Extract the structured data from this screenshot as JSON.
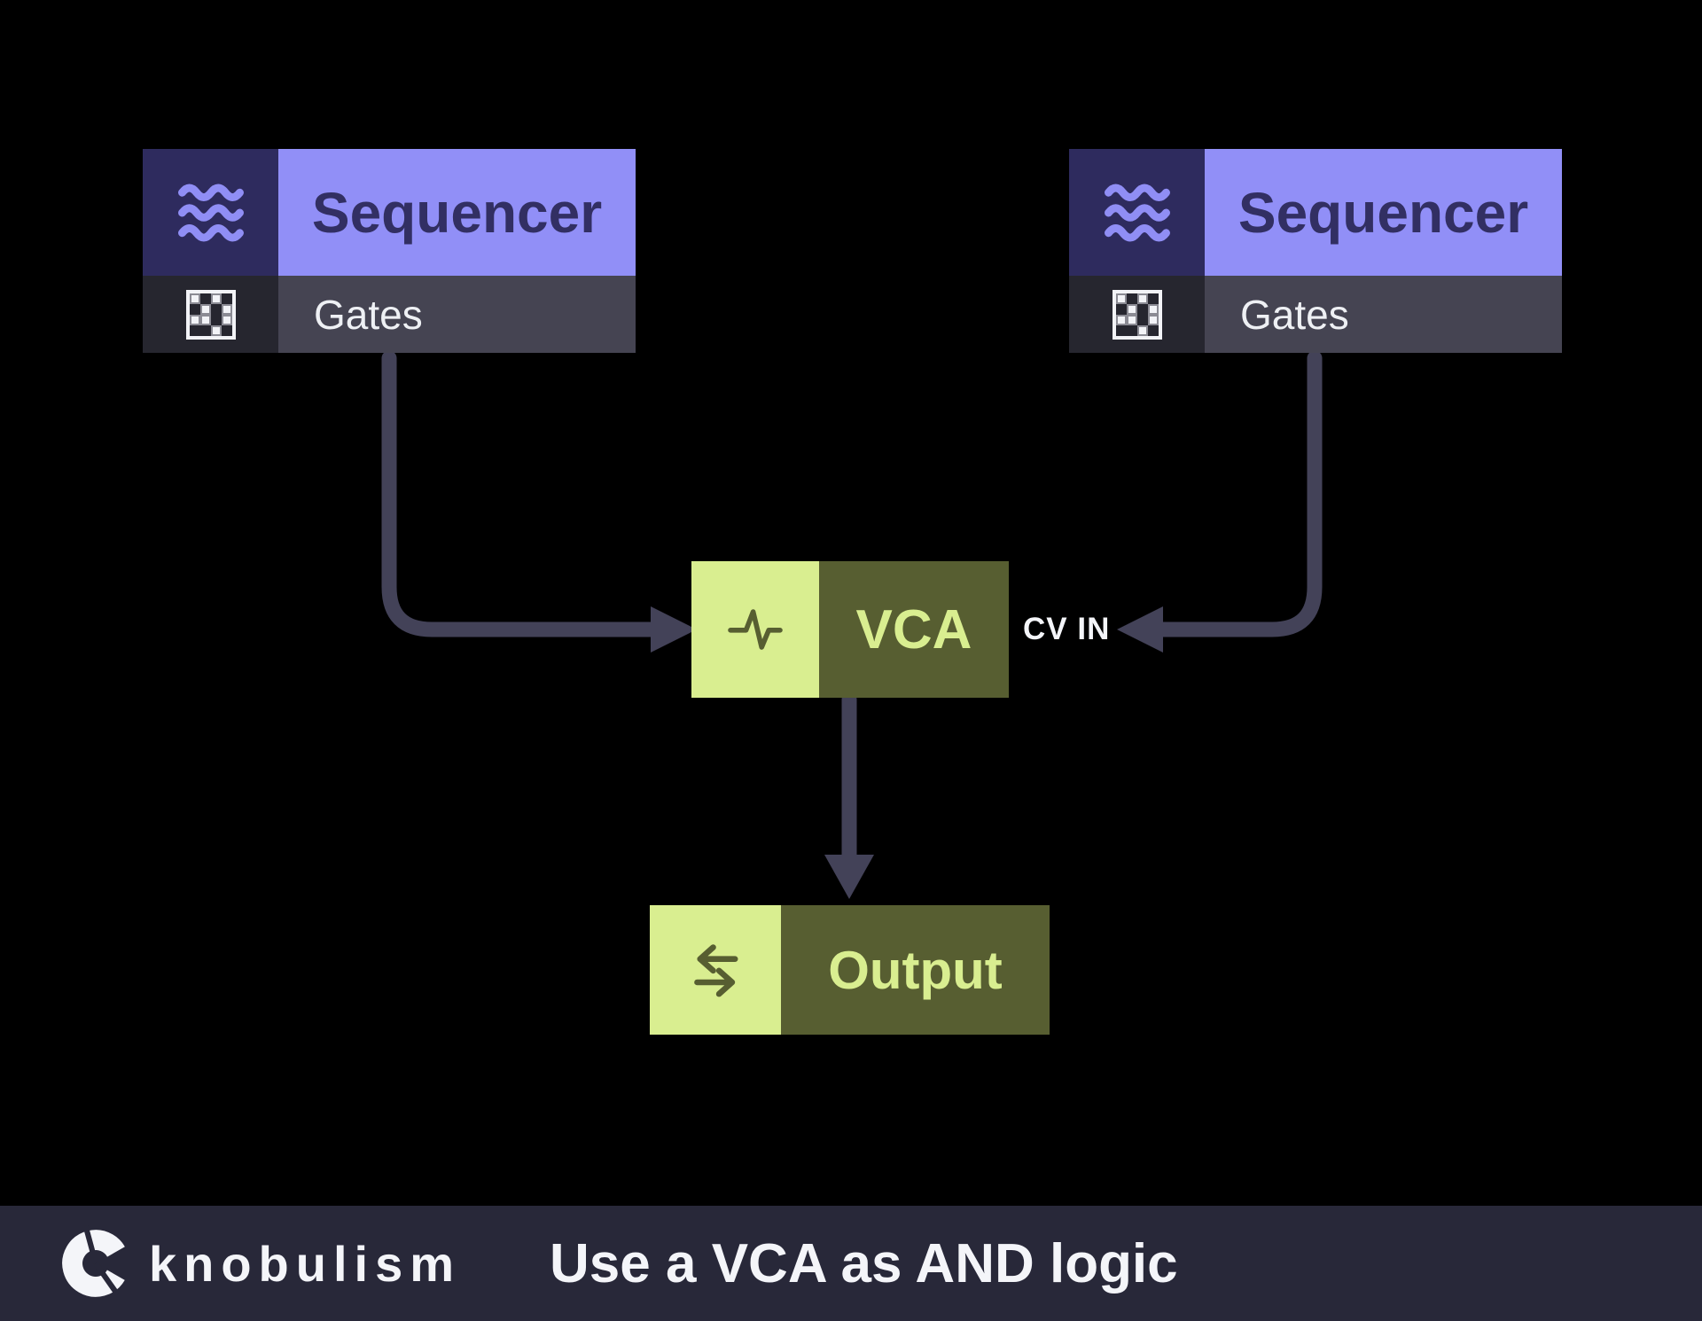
{
  "nodes": {
    "sequencer_left": {
      "title": "Sequencer",
      "port": "Gates"
    },
    "sequencer_right": {
      "title": "Sequencer",
      "port": "Gates"
    },
    "vca": {
      "title": "VCA",
      "cv_label": "CV IN"
    },
    "output": {
      "title": "Output"
    }
  },
  "icons": {
    "sequencer_header": "waves-icon",
    "sequencer_port": "gate-pattern-icon",
    "vca": "pulse-icon",
    "output": "swap-arrows-icon",
    "footer_logo": "knob-logo-icon",
    "gate_pattern": [
      [
        1,
        0,
        1,
        0
      ],
      [
        0,
        1,
        0,
        1
      ],
      [
        1,
        1,
        0,
        1
      ],
      [
        0,
        0,
        1,
        0
      ]
    ]
  },
  "footer": {
    "brand": "knobulism",
    "title": "Use a VCA as AND logic"
  },
  "colors": {
    "background": "#000000",
    "sequencer_header_bg": "#918ff7",
    "sequencer_icon_bg": "#2e2b5e",
    "sequencer_title_text": "#322f63",
    "port_row_bg": "#454452",
    "port_icon_bg": "#26262f",
    "port_text": "#eef0f4",
    "green_accent": "#d9ee90",
    "olive_dark": "#575e31",
    "connector": "#434258",
    "footer_bg": "#282839",
    "footer_text": "#f4f5f9"
  }
}
